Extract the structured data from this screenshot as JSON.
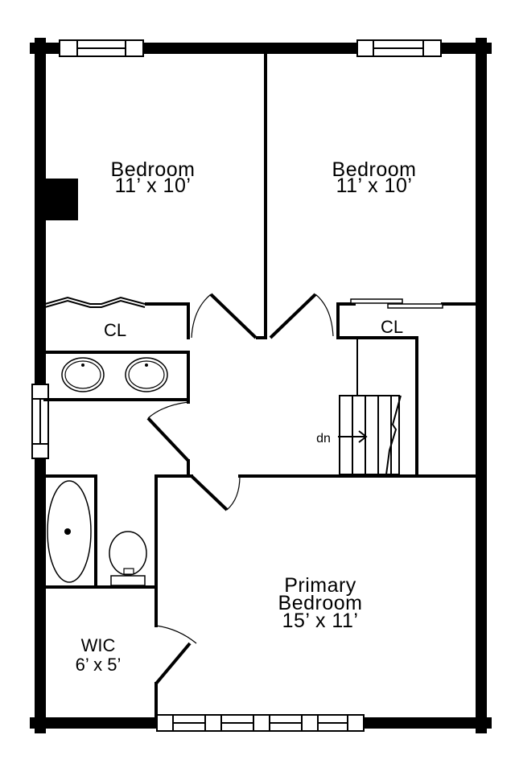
{
  "rooms": {
    "bedroom_left": {
      "name": "Bedroom",
      "size": "11’ x 10’"
    },
    "bedroom_right": {
      "name": "Bedroom",
      "size": "11’ x 10’"
    },
    "primary_bedroom": {
      "name_line1": "Primary",
      "name_line2": "Bedroom",
      "size": "15’ x 11’"
    },
    "wic": {
      "name": "WIC",
      "size": "6’ x 5’"
    },
    "closet_left": {
      "name": "CL"
    },
    "closet_right": {
      "name": "CL"
    }
  },
  "stairs": {
    "label": "dn"
  }
}
